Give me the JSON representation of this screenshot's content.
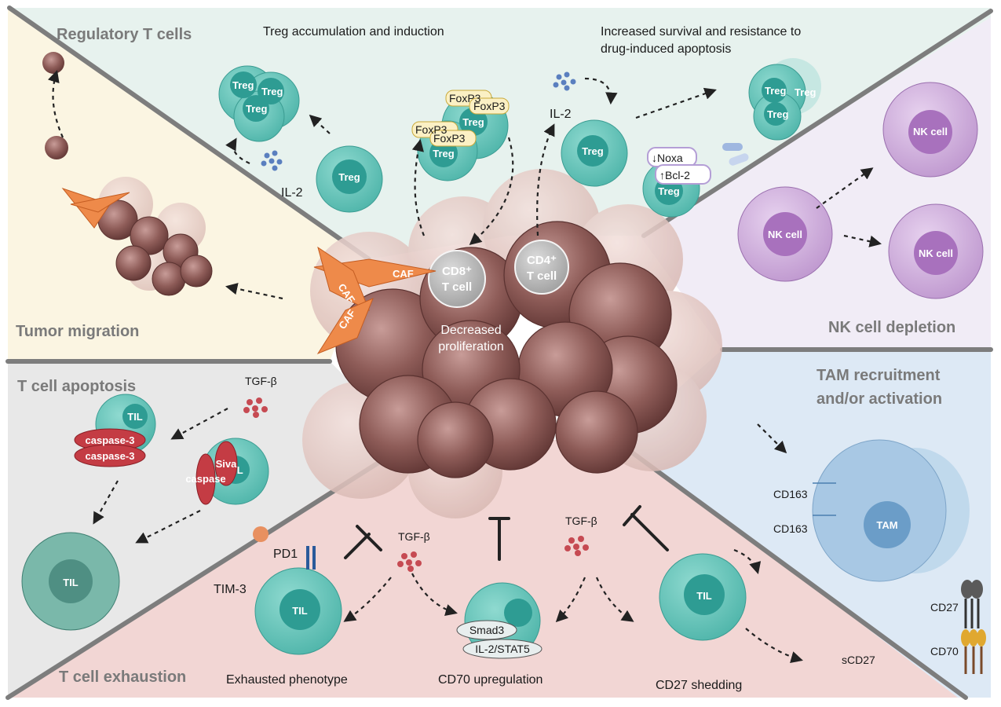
{
  "panels": {
    "regulatory": "Regulatory T cells",
    "migration": "Tumor migration",
    "nk_depletion": "NK cell depletion",
    "apoptosis": "T cell apoptosis",
    "tam_line1": "TAM recruitment",
    "tam_line2": "and/or activation",
    "exhaustion": "T cell exhaustion"
  },
  "captions": {
    "treg_accumulation": "Treg accumulation and induction",
    "survival_line1": "Increased survival and resistance to",
    "survival_line2": "drug-induced apoptosis",
    "decreased_line1": "Decreased",
    "decreased_line2": "proliferation",
    "exhausted": "Exhausted phenotype",
    "cd70_up": "CD70 upregulation",
    "cd27_shedding": "CD27 shedding"
  },
  "labels": {
    "treg": "Treg",
    "foxp3": "FoxP3",
    "il2": "IL-2",
    "noxa": "↓Noxa",
    "bcl2": "↑Bcl-2",
    "nk_cell": "NK cell",
    "caf": "CAF",
    "cd8_line1": "CD8⁺",
    "cd8_line2": "T cell",
    "cd4_line1": "CD4⁺",
    "cd4_line2": "T cell",
    "tgfb": "TGF-β",
    "til": "TIL",
    "caspase3": "caspase-3",
    "caspase": "caspase",
    "siva": "Siva",
    "pd1": "PD1",
    "tim3": "TIM-3",
    "smad3": "Smad3",
    "il2stat5": "IL-2/STAT5",
    "sCD27": "sCD27",
    "cd163": "CD163",
    "tam": "TAM",
    "cd27": "CD27",
    "cd70": "CD70"
  },
  "colors": {
    "treg_bg": "#e7f2ee",
    "nk_bg": "#f1ecf6",
    "migration_bg": "#fbf5e2",
    "apoptosis_bg": "#e8e8e8",
    "tam_bg": "#dde9f5",
    "exhaustion_bg": "#f2d6d4",
    "cell_teal": "#5dbfb5",
    "nucleus_teal": "#2e9c93",
    "nk_purple": "#b07fc0",
    "tumor": "#8a5a58",
    "caf": "#ee8a4a",
    "caspase_red": "#c43c44",
    "divider": "#7d7d7d"
  }
}
